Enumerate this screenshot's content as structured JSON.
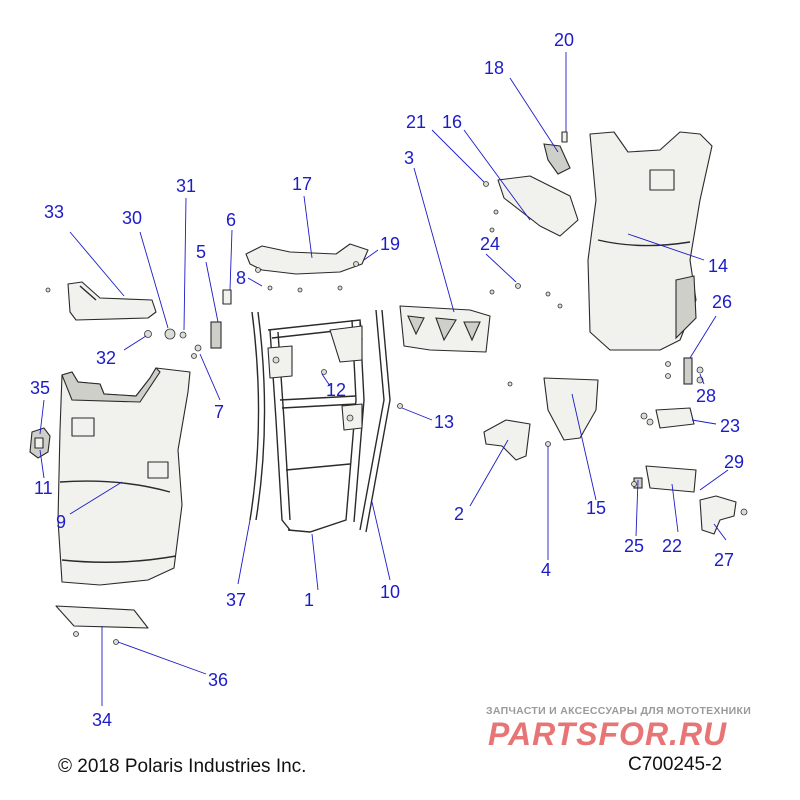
{
  "callouts": {
    "p1": "1",
    "p2": "2",
    "p3": "3",
    "p4": "4",
    "p5": "5",
    "p6": "6",
    "p7": "7",
    "p8": "8",
    "p9": "9",
    "p10": "10",
    "p11": "11",
    "p12": "12",
    "p13": "13",
    "p14": "14",
    "p15": "15",
    "p16": "16",
    "p17": "17",
    "p18": "18",
    "p19": "19",
    "p20": "20",
    "p21": "21",
    "p22": "22",
    "p23": "23",
    "p24": "24",
    "p25": "25",
    "p26": "26",
    "p27": "27",
    "p28": "28",
    "p29": "29",
    "p30": "30",
    "p31": "31",
    "p32": "32",
    "p33": "33",
    "p34": "34",
    "p35": "35",
    "p36": "36",
    "p37": "37"
  },
  "footer": {
    "copyright": "© 2018 Polaris Industries Inc.",
    "drawing_number": "C700245-2"
  },
  "watermark": {
    "tagline": "ЗАПЧАСТИ И АКСЕССУАРЫ ДЛЯ МОТОТЕХНИКИ",
    "brand": "PARTSFOR.RU"
  },
  "colors": {
    "callout": "#1c1cc8",
    "part_fill": "#f1f1ee",
    "outline": "#2a2a2a",
    "watermark": "#e77575"
  }
}
